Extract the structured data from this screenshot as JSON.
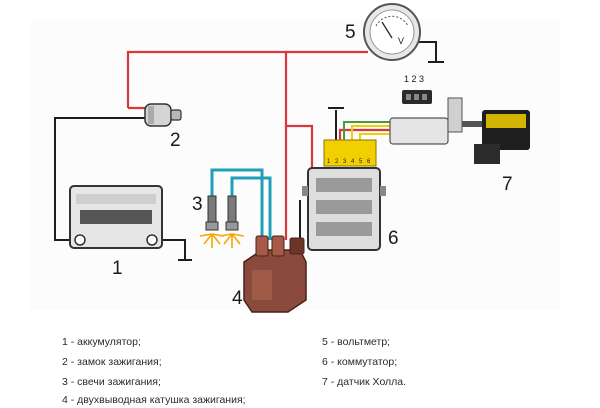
{
  "diagram": {
    "callouts": {
      "battery": "1",
      "ignition_switch": "2",
      "spark_plugs": "3",
      "ignition_coil": "4",
      "voltmeter": "5",
      "commutator": "6",
      "hall_sensor": "7"
    },
    "voltmeter_face_letter": "V",
    "hall_connector_pins": "1 2 3",
    "commutator_pins": [
      "1",
      "2",
      "3",
      "4",
      "5",
      "6"
    ],
    "colors": {
      "red_wire": "#d9363e",
      "black_wire": "#1e1e1e",
      "blue_wire": "#1f9fb8",
      "yellow_wire": "#f2cf00",
      "green_wire": "#4a9a3a",
      "coil_brown": "#8a4a3c"
    }
  },
  "legend": {
    "left": [
      "1 - аккумулятор;",
      "2 - замок зажигания;",
      "3 - свечи зажигания;",
      "4 - двухвыводная катушка зажигания;"
    ],
    "right": [
      "5 - вольтметр;",
      "6 - коммутатор;",
      "7 - датчик Холла."
    ]
  }
}
